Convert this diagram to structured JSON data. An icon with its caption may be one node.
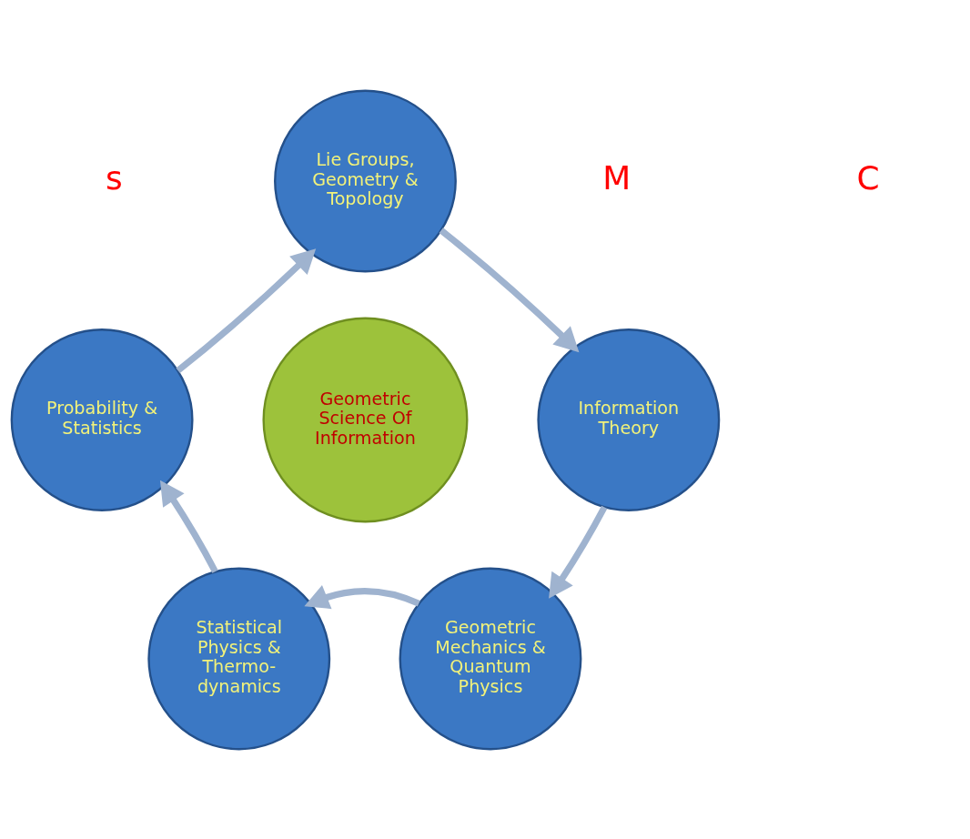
{
  "diagram": {
    "nodes": [
      {
        "text": [
          "Lie Groups, Geometry & Topology"
        ]
      },
      {
        "text": [
          "Probability & Statistics"
        ]
      },
      {
        "text": [
          "Information Theory"
        ]
      },
      {
        "text": [
          "Geometric Science Of Information"
        ]
      },
      {
        "text": [
          "Statistical Physics & Thermo- dynamics"
        ]
      },
      {
        "text": [
          "Geometric Mechanics & Quantum Physics"
        ]
      }
    ],
    "edges": [
      {
        "from": 0,
        "to": 2,
        "arrow": "to"
      },
      {
        "from": 2,
        "to": 5,
        "arrow": "to"
      },
      {
        "from": 5,
        "to": 4,
        "arrow": "to"
      },
      {
        "from": 4,
        "to": 1,
        "arrow": "to"
      },
      {
        "from": 1,
        "to": 0,
        "arrow": "to"
      }
    ],
    "labels": [
      "s",
      "M",
      "C"
    ]
  }
}
